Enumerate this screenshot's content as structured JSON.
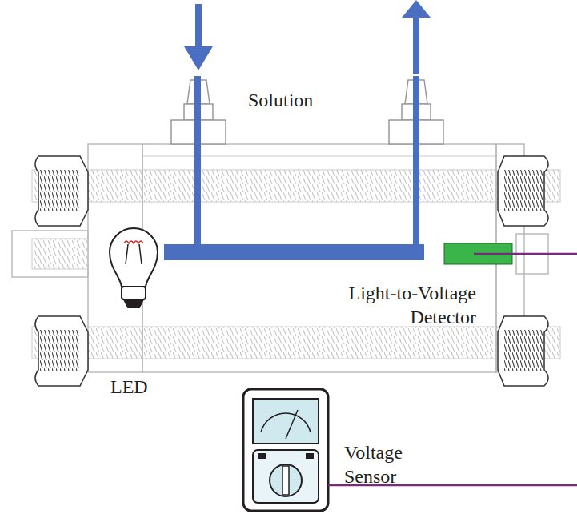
{
  "diagram": {
    "labels": [
      "Solution",
      "Light-to-Voltage Detector",
      "LED",
      "Voltage Sensor"
    ]
  }
}
